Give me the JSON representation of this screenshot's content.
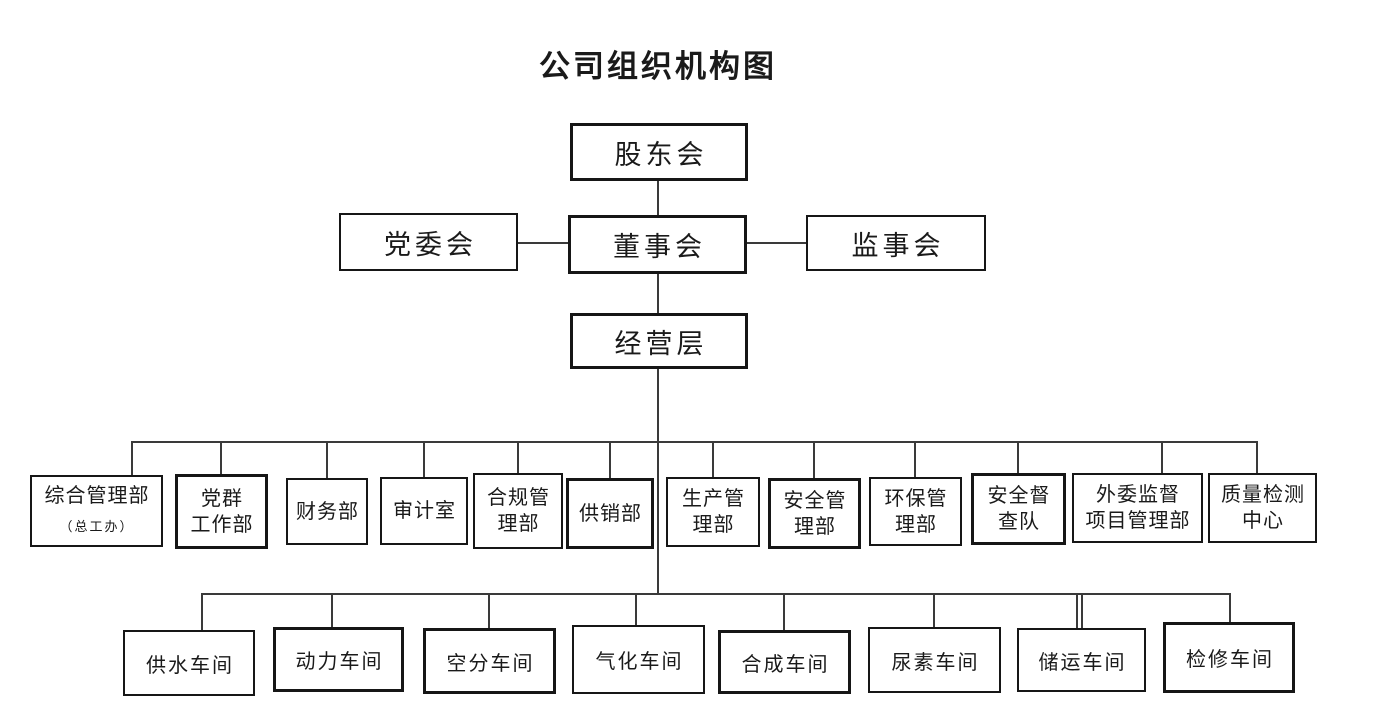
{
  "page": {
    "title": "公司组织机构图",
    "background_color": "#ffffff",
    "box_border_color": "#161616",
    "connector_color": "#3a3a3a",
    "text_color": "#1a1a1a"
  },
  "org": {
    "top": {
      "label": "股东会"
    },
    "row2": [
      {
        "label": "党委会"
      },
      {
        "label": "董事会"
      },
      {
        "label": "监事会"
      }
    ],
    "row3": {
      "label": "经营层"
    },
    "departments": [
      {
        "label": "综合管理部",
        "sublabel": "（总工办）"
      },
      {
        "lines": [
          "党群",
          "工作部"
        ]
      },
      {
        "label": "财务部"
      },
      {
        "label": "审计室"
      },
      {
        "lines": [
          "合规管",
          "理部"
        ]
      },
      {
        "label": "供销部"
      },
      {
        "lines": [
          "生产管",
          "理部"
        ]
      },
      {
        "lines": [
          "安全管",
          "理部"
        ]
      },
      {
        "lines": [
          "环保管",
          "理部"
        ]
      },
      {
        "lines": [
          "安全督",
          "查队"
        ]
      },
      {
        "lines": [
          "外委监督",
          "项目管理部"
        ]
      },
      {
        "lines": [
          "质量检测",
          "中心"
        ]
      }
    ],
    "workshops": [
      {
        "label": "供水车间"
      },
      {
        "label": "动力车间"
      },
      {
        "label": "空分车间"
      },
      {
        "label": "气化车间"
      },
      {
        "label": "合成车间"
      },
      {
        "label": "尿素车间"
      },
      {
        "label": "储运车间"
      },
      {
        "label": "检修车间"
      }
    ]
  }
}
